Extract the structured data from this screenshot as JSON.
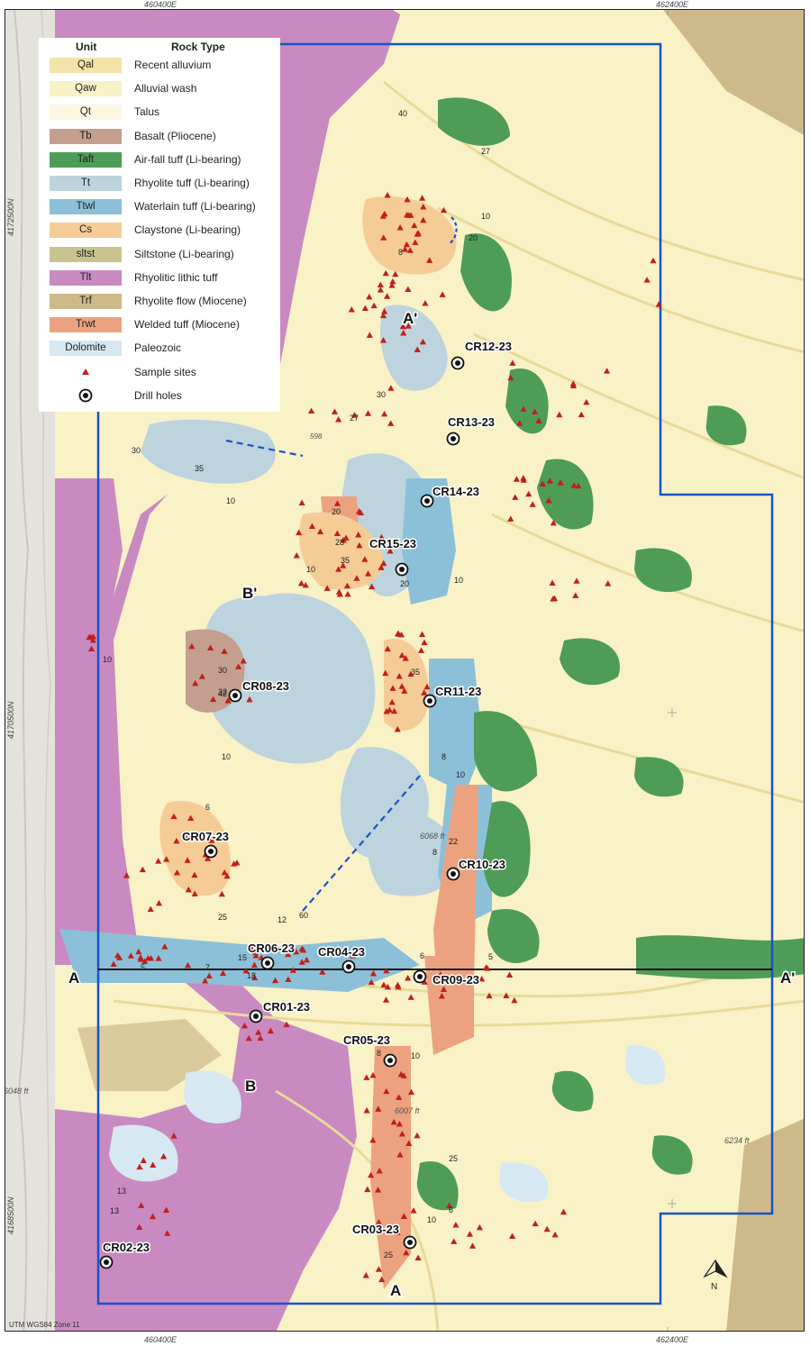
{
  "grid": {
    "easting_left": "460400E",
    "easting_right": "462400E",
    "northing_upper": "4172500N",
    "northing_mid": "4170500N",
    "northing_lower": "4168500N"
  },
  "elevations": [
    "6068 ft",
    "6007 ft",
    "6234 ft",
    "6048 ft",
    "598"
  ],
  "legend": {
    "header_unit": "Unit",
    "header_type": "Rock Type",
    "units": [
      {
        "code": "Qal",
        "name": "Recent alluvium",
        "color": "#f5e4a9"
      },
      {
        "code": "Qaw",
        "name": "Alluvial wash",
        "color": "#f8f2c6"
      },
      {
        "code": "Qt",
        "name": "Talus",
        "color": "#fbf7e2"
      },
      {
        "code": "Tb",
        "name": "Basalt (Pliocene)",
        "color": "#c49f8f"
      },
      {
        "code": "Taft",
        "name": "Air-fall tuff (Li-bearing)",
        "color": "#4e9c58"
      },
      {
        "code": "Tt",
        "name": "Rhyolite tuff (Li-bearing)",
        "color": "#bdd3de"
      },
      {
        "code": "Ttwl",
        "name": "Waterlain tuff  (Li-bearing)",
        "color": "#8cc0d8"
      },
      {
        "code": "Cs",
        "name": "Claystone (Li-bearing)",
        "color": "#f6cc96"
      },
      {
        "code": "sltst",
        "name": "Siltstone (Li-bearing)",
        "color": "#c9c48f"
      },
      {
        "code": "Tlt",
        "name": "Rhyolitic lithic tuff",
        "color": "#c98ac2"
      },
      {
        "code": "Trf",
        "name": "Rhyolite flow (Miocene)",
        "color": "#cdb98a"
      },
      {
        "code": "Trwt",
        "name": "Welded tuff (Miocene)",
        "color": "#eda27f"
      },
      {
        "code": "Dolomite",
        "name": "Paleozoic",
        "color": "#d6e8f2"
      }
    ],
    "symbols": [
      {
        "name": "Sample sites",
        "icon": "triangle-icon",
        "color": "#c0201c"
      },
      {
        "name": "Drill holes",
        "icon": "drill-hole-icon",
        "color": "#111111"
      }
    ]
  },
  "drill_holes": [
    {
      "label": "CR12-23"
    },
    {
      "label": "CR13-23"
    },
    {
      "label": "CR14-23"
    },
    {
      "label": "CR15-23"
    },
    {
      "label": "CR08-23"
    },
    {
      "label": "CR11-23"
    },
    {
      "label": "CR07-23"
    },
    {
      "label": "CR10-23"
    },
    {
      "label": "CR06-23"
    },
    {
      "label": "CR04-23"
    },
    {
      "label": "CR09-23"
    },
    {
      "label": "CR01-23"
    },
    {
      "label": "CR05-23"
    },
    {
      "label": "CR03-23"
    },
    {
      "label": "CR02-23"
    }
  ],
  "section_labels": {
    "a_west": "A",
    "a_east": "A'",
    "a_prime_north": "A'",
    "a_south": "A",
    "b_prime": "B'",
    "b": "B"
  },
  "dips": [
    "40",
    "27",
    "10",
    "20",
    "8",
    "30",
    "27",
    "30",
    "35",
    "10",
    "20",
    "28",
    "35",
    "10",
    "20",
    "10",
    "10",
    "35",
    "30",
    "32",
    "42",
    "10",
    "8",
    "10",
    "6",
    "25",
    "22",
    "8",
    "25",
    "12",
    "60",
    "15",
    "18",
    "7",
    "5",
    "6",
    "5",
    "10",
    "8",
    "13",
    "13",
    "10",
    "6",
    "25"
  ],
  "north_arrow": "N",
  "utm_note": "UTM WGS84 Zone 11",
  "colors": {
    "boundary": "#1a53c8",
    "section_line": "#000000",
    "fault_dash": "#1a53c8",
    "sample": "#c0201c"
  }
}
